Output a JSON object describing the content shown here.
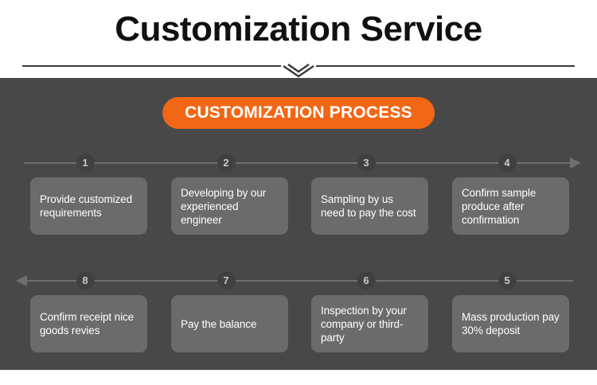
{
  "header": {
    "title": "Customization Service",
    "divider_icon": "double-chevron-down-icon"
  },
  "process": {
    "badge_label": "CUSTOMIZATION PROCESS",
    "badge_color": "#F26715",
    "panel_color": "#484848",
    "box_color": "#6b6b6b",
    "rows": [
      {
        "direction": "left-to-right",
        "arrow_icon": "arrow-right-icon",
        "steps": [
          {
            "number": "1",
            "text": "Provide customized requirements"
          },
          {
            "number": "2",
            "text": "Developing by our experienced engineer"
          },
          {
            "number": "3",
            "text": "Sampling by us need to pay the cost"
          },
          {
            "number": "4",
            "text": "Confirm sample produce after confirmation"
          }
        ]
      },
      {
        "direction": "right-to-left",
        "arrow_icon": "arrow-left-icon",
        "steps": [
          {
            "number": "8",
            "text": "Confirm receipt nice goods revies"
          },
          {
            "number": "7",
            "text": "Pay the balance"
          },
          {
            "number": "6",
            "text": "Inspection by your company or third-party"
          },
          {
            "number": "5",
            "text": "Mass production pay 30% deposit"
          }
        ]
      }
    ]
  }
}
